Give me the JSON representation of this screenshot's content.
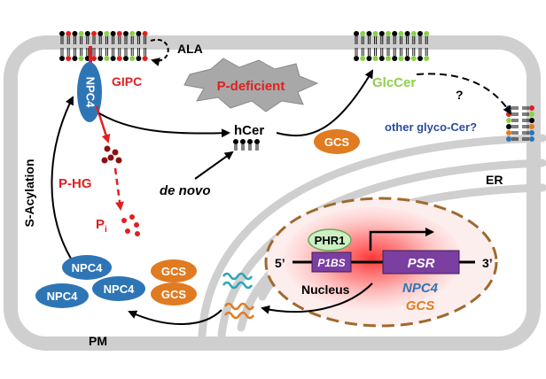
{
  "labels": {
    "ala": "ALA",
    "gipc": "GIPC",
    "p_deficient": "P-deficient",
    "glccer": "GlcCer",
    "question": "?",
    "other_glyco": "other glyco-Cer?",
    "hcer": "hCer",
    "gcs_er": "GCS",
    "npc4_pm": "NPC4",
    "p_hg": "P-HG",
    "pi_main": "P",
    "pi_sub": "i",
    "s_acylation": "S-Acylation",
    "de_novo": "de novo",
    "er": "ER",
    "phr1": "PHR1",
    "five_prime": "5’",
    "three_prime": "3’",
    "p1bs": "P1BS",
    "psr": "PSR",
    "nucleus": "Nucleus",
    "npc4_nuc": "NPC4",
    "gcs_nuc": "GCS",
    "npc4_a": "NPC4",
    "npc4_b": "NPC4",
    "npc4_c": "NPC4",
    "gcs_a": "GCS",
    "gcs_b": "GCS",
    "pm": "PM"
  },
  "colors": {
    "membrane": "#cfcfcf",
    "npc4": "#2e75b6",
    "gcs": "#e07b22",
    "red": "#e02020",
    "green_lipid": "#8cd04a",
    "dark_blue_text": "#2a4d9c",
    "purple": "#7a3fa0",
    "teal": "#2aa5b8",
    "nucleus_border": "#a0692e"
  }
}
